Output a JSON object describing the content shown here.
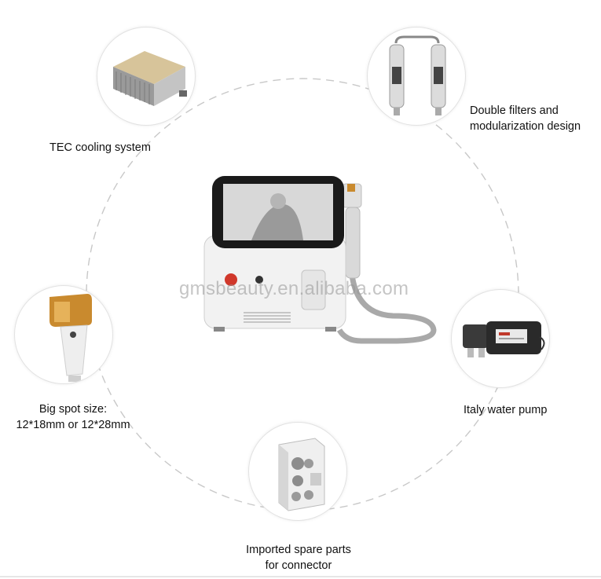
{
  "watermark": "gmsbeauty.en.alibaba.com",
  "features": [
    {
      "icon": "tec-cooling-block-icon",
      "lines": [
        "TEC cooling system"
      ]
    },
    {
      "icon": "double-filter-icon",
      "lines": [
        "Double filters and",
        "modularization design"
      ]
    },
    {
      "icon": "water-pump-icon",
      "lines": [
        "Italy water pump"
      ]
    },
    {
      "icon": "connector-part-icon",
      "lines": [
        "Imported spare parts",
        "for connector"
      ]
    },
    {
      "icon": "laser-handpiece-icon",
      "lines": [
        "Big spot size:",
        "12*18mm or 12*28mm"
      ]
    }
  ],
  "colors": {
    "ring": "#c8c8c8",
    "device_white": "#f2f2f2",
    "screen": "#1a1a1a",
    "handle_gold": "#c98a2e",
    "pump_body": "#2a2a2a"
  }
}
